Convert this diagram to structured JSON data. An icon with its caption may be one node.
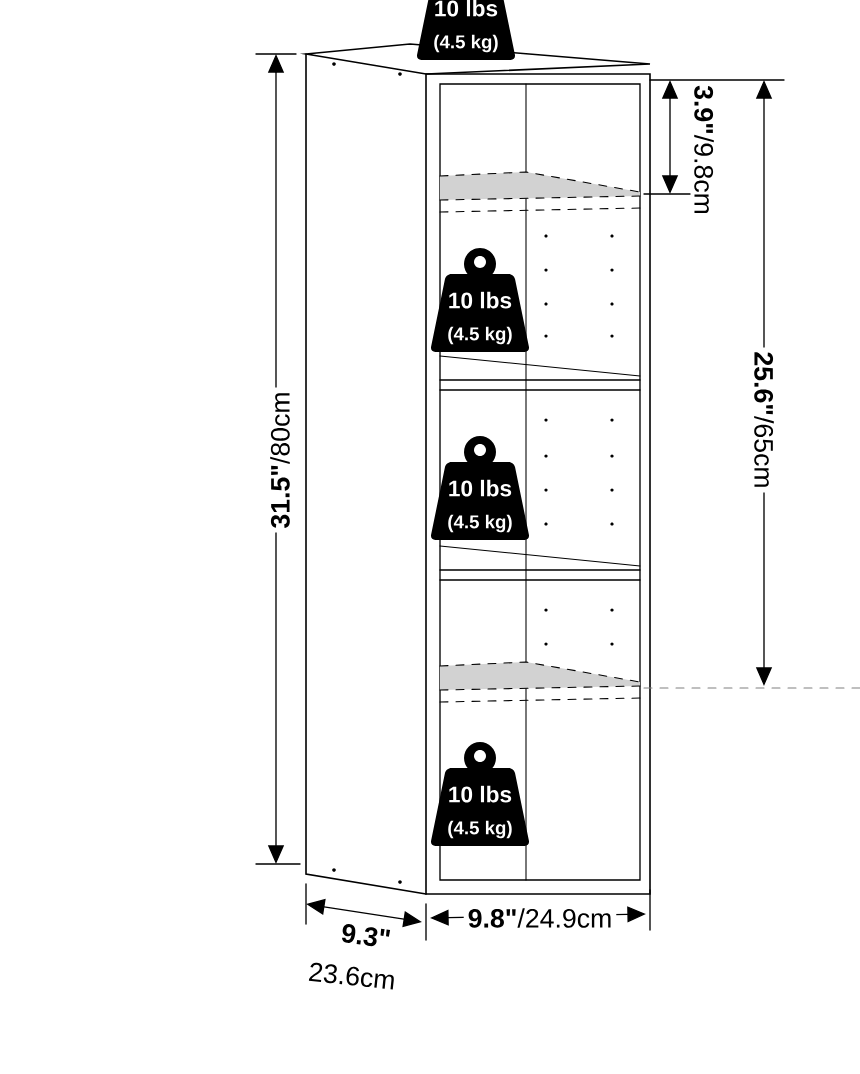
{
  "diagram": {
    "nodes": [
      {
        "text": [
          "10 lbs",
          "(4.5 kg)"
        ]
      },
      {
        "text": [
          "10 lbs",
          "(4.5 kg)"
        ]
      },
      {
        "text": [
          "10 lbs",
          "(4.5 kg)"
        ]
      },
      {
        "text": [
          "10 lbs",
          "(4.5 kg)"
        ]
      }
    ],
    "labels": [
      "**3.9\"**/9.8cm",
      "**31.5\"**/80cm",
      "**25.6\"**/65cm",
      "9.3\"",
      "**9.8\"**/24.9cm",
      "23.6cm"
    ]
  }
}
